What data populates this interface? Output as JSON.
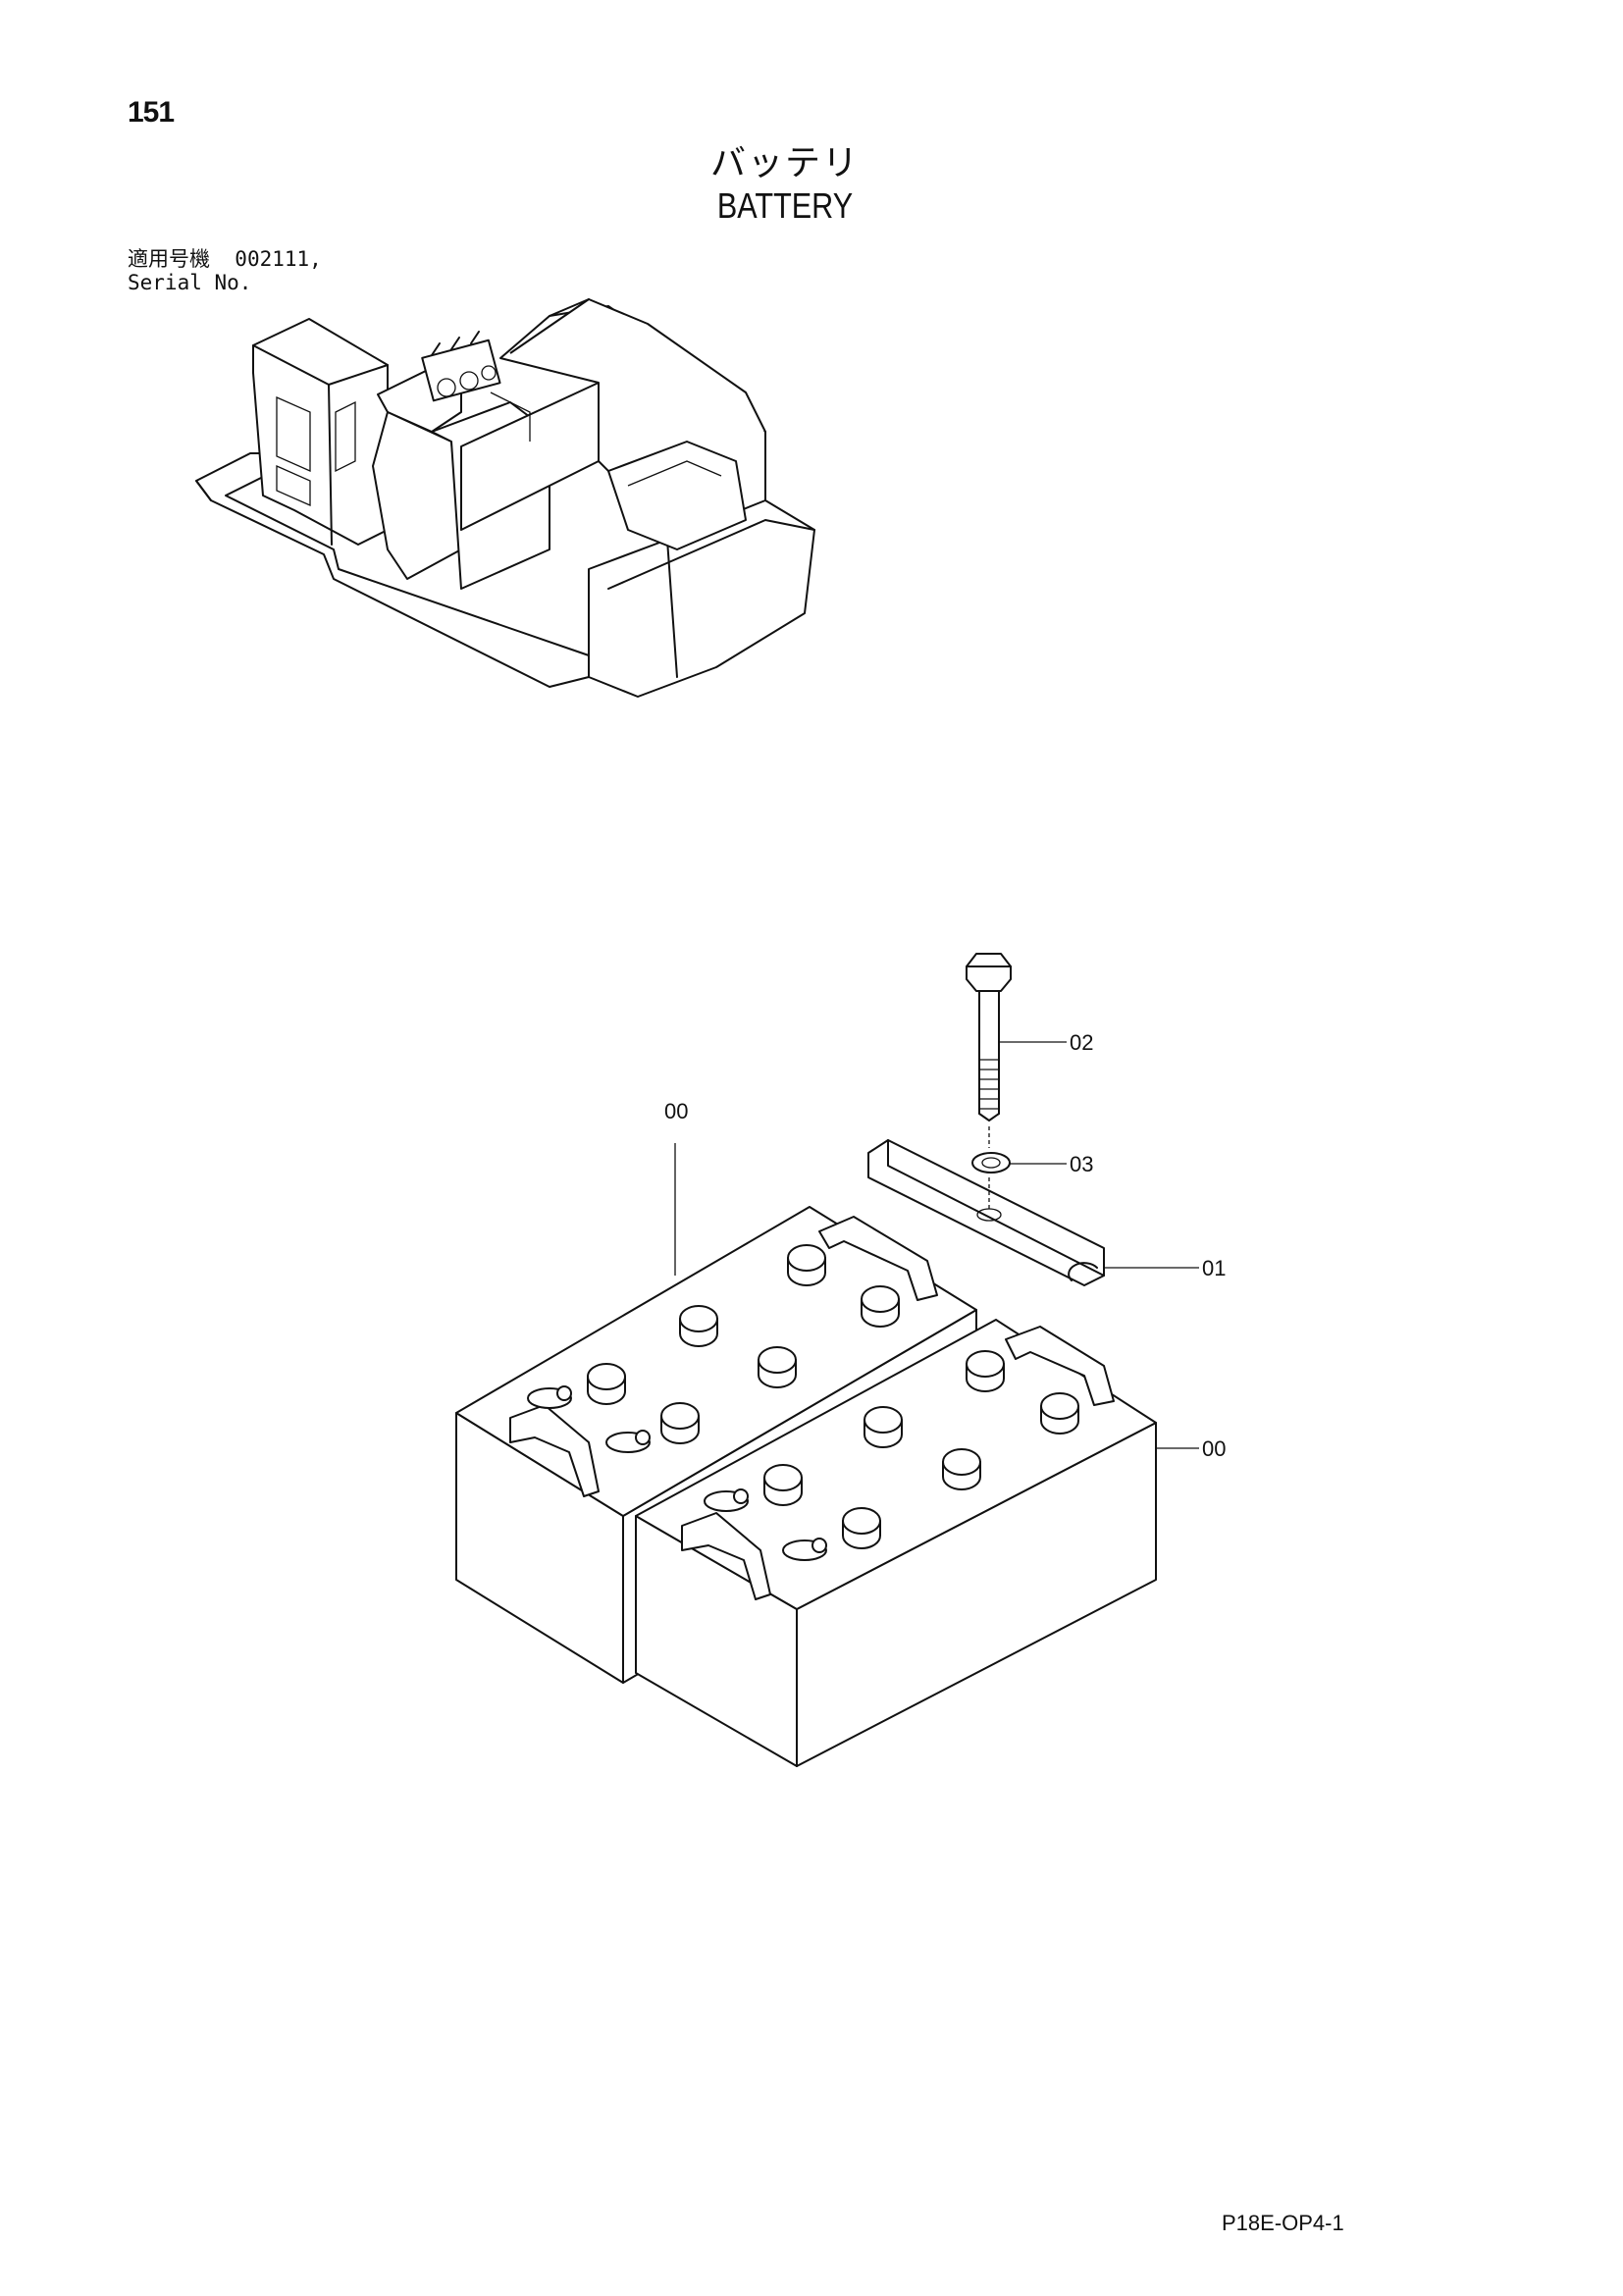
{
  "page": {
    "number": "151",
    "title_jp": "バッテリ",
    "title_en": "BATTERY",
    "serial_label_jp": "適用号機",
    "serial_value": "002111,",
    "serial_label_en": "Serial No.",
    "doc_code": "P18E-OP4-1"
  },
  "callouts": [
    {
      "id": "00",
      "label": "00"
    },
    {
      "id": "02",
      "label": "02"
    },
    {
      "id": "03",
      "label": "03"
    },
    {
      "id": "01",
      "label": "01"
    },
    {
      "id": "00b",
      "label": "00"
    }
  ]
}
